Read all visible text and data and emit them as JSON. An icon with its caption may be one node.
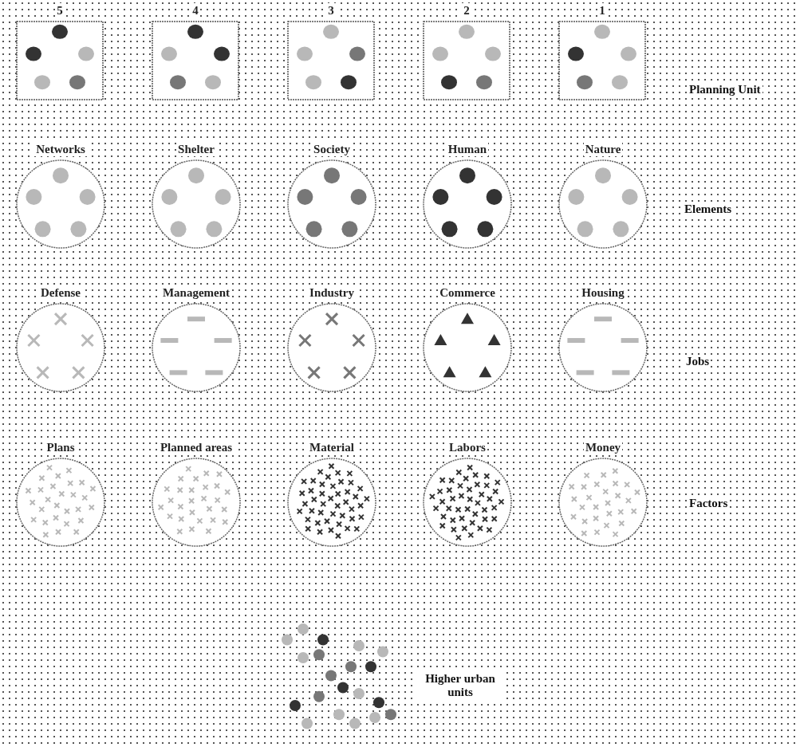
{
  "diagram": {
    "nodes": [
      {
        "text": [
          "5"
        ]
      },
      {
        "text": [
          "4"
        ]
      },
      {
        "text": [
          "3"
        ]
      },
      {
        "text": [
          "2"
        ]
      },
      {
        "text": [
          "1"
        ]
      },
      {
        "text": [
          "Networks"
        ]
      },
      {
        "text": [
          "Shelter"
        ]
      },
      {
        "text": [
          "Society"
        ]
      },
      {
        "text": [
          "Human"
        ]
      },
      {
        "text": [
          "Nature"
        ]
      },
      {
        "text": [
          "Defense"
        ]
      },
      {
        "text": [
          "Management"
        ]
      },
      {
        "text": [
          "Industry"
        ]
      },
      {
        "text": [
          "Commerce"
        ]
      },
      {
        "text": [
          "Housing"
        ]
      },
      {
        "text": [
          "Plans"
        ]
      },
      {
        "text": [
          "Planned areas"
        ]
      },
      {
        "text": [
          "Material"
        ]
      },
      {
        "text": [
          "Labors"
        ]
      },
      {
        "text": [
          "Money"
        ]
      }
    ],
    "edges": [],
    "labels": [
      "Planning Unit",
      "Elements",
      "Jobs",
      "Factors",
      "Higher urban units"
    ]
  }
}
